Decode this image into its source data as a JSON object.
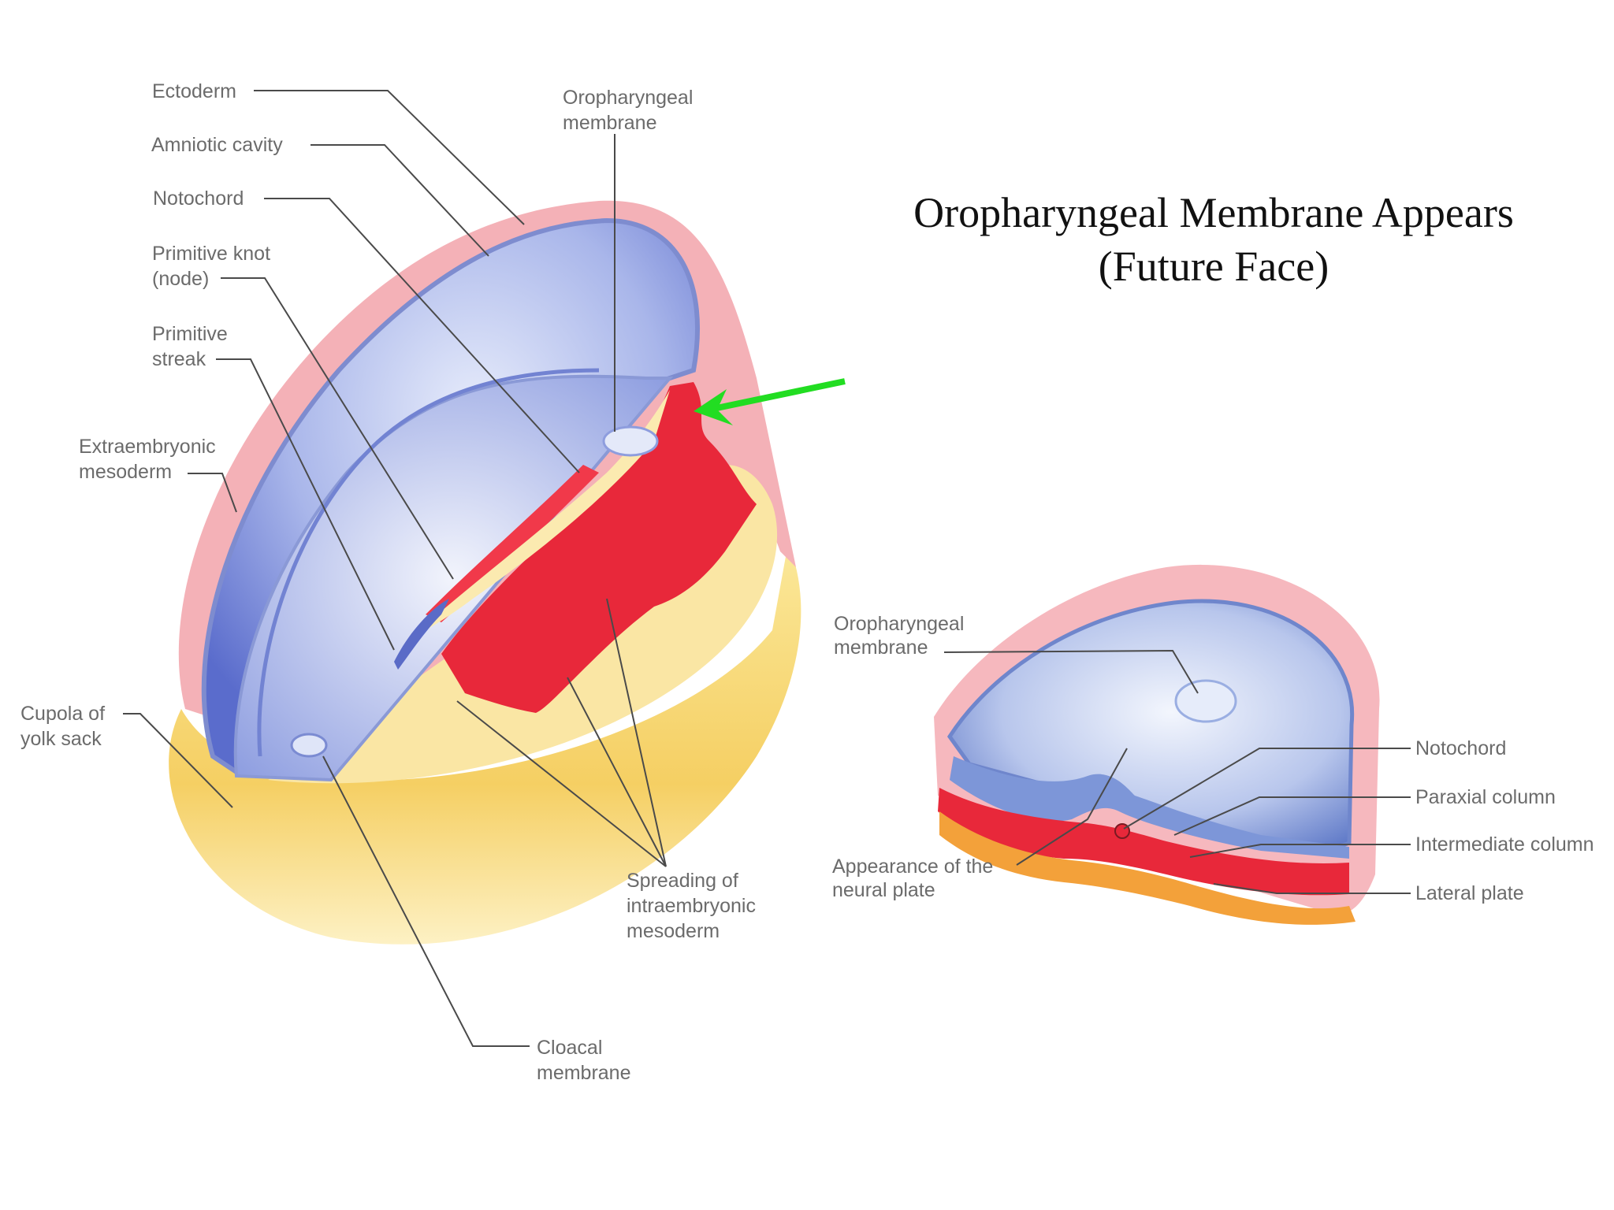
{
  "title": {
    "line1": "Oropharyngeal Membrane Appears",
    "line2": "(Future Face)"
  },
  "left_labels": {
    "ectoderm": "Ectoderm",
    "amniotic_cavity": "Amniotic cavity",
    "notochord": "Notochord",
    "primitive_knot_1": "Primitive knot",
    "primitive_knot_2": "(node)",
    "primitive_streak_1": "Primitive",
    "primitive_streak_2": "streak",
    "extraembryonic_1": "Extraembryonic",
    "extraembryonic_2": "mesoderm",
    "cupola_1": "Cupola of",
    "cupola_2": "yolk sack",
    "oropharyngeal_1": "Oropharyngeal",
    "oropharyngeal_2": "membrane",
    "spreading_1": "Spreading of",
    "spreading_2": "intraembryonic",
    "spreading_3": "mesoderm",
    "cloacal_1": "Cloacal",
    "cloacal_2": "membrane"
  },
  "right_labels": {
    "oropharyngeal_1": "Oropharyngeal",
    "oropharyngeal_2": "membrane",
    "neural_plate_1": "Appearance of the",
    "neural_plate_2": "neural plate",
    "notochord": "Notochord",
    "paraxial": "Paraxial column",
    "intermediate": "Intermediate column",
    "lateral": "Lateral plate"
  },
  "colors": {
    "arrow": "#22dd22",
    "mesoderm_red": "#e8283a",
    "yolk_yellow": "#f6d36a",
    "ectoderm_blue": "#7d8fd8",
    "extraembryonic_pink": "#f2a0a8"
  }
}
